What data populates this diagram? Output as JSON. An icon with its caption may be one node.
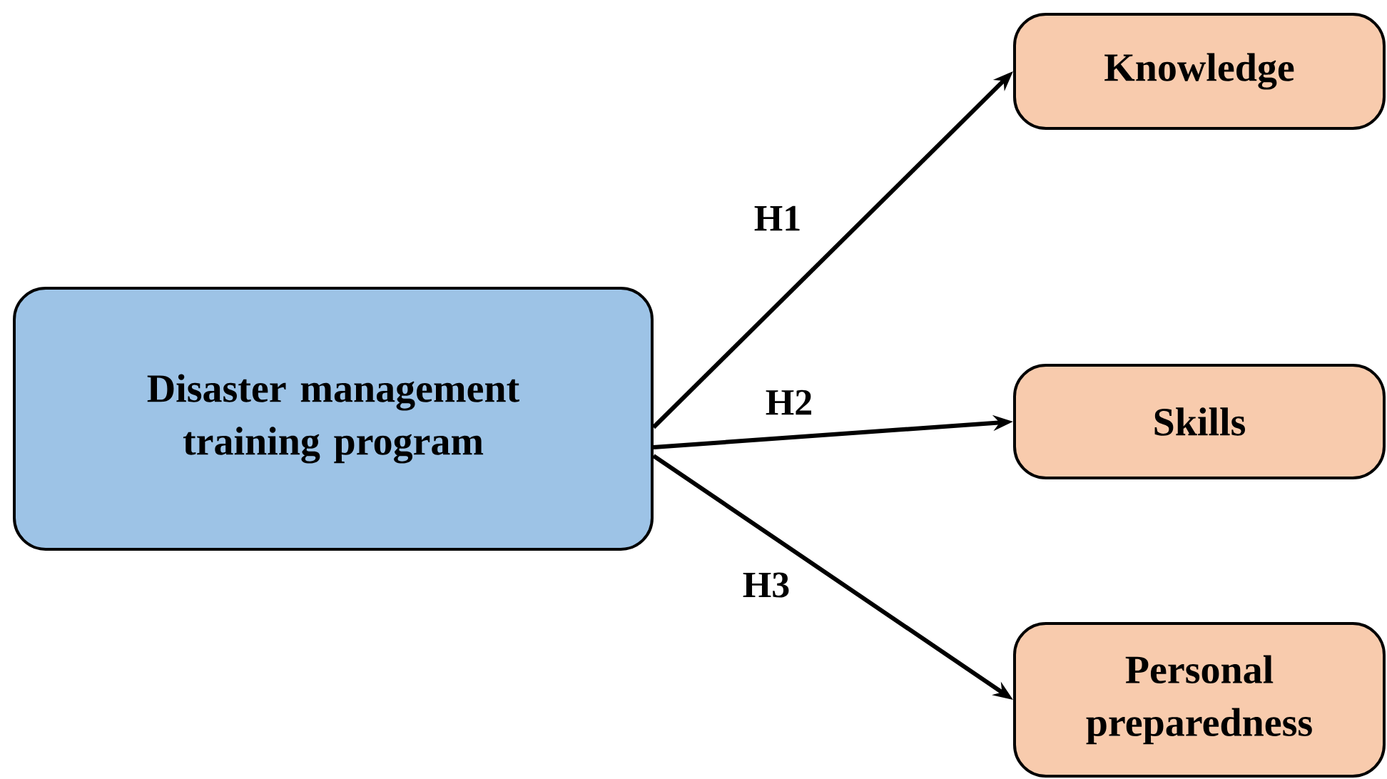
{
  "diagram": {
    "nodes": [
      {
        "text": [
          "Disaster management training program"
        ]
      },
      {
        "text": [
          "Knowledge"
        ]
      },
      {
        "text": [
          "Skills"
        ]
      },
      {
        "text": [
          "Personal preparedness"
        ]
      }
    ],
    "edges": [
      {
        "from": 0,
        "to": 1,
        "arrow": "to",
        "label": "H1"
      },
      {
        "from": 0,
        "to": 2,
        "arrow": "to",
        "label": "H2"
      },
      {
        "from": 0,
        "to": 3,
        "arrow": "to",
        "label": "H3"
      }
    ]
  }
}
